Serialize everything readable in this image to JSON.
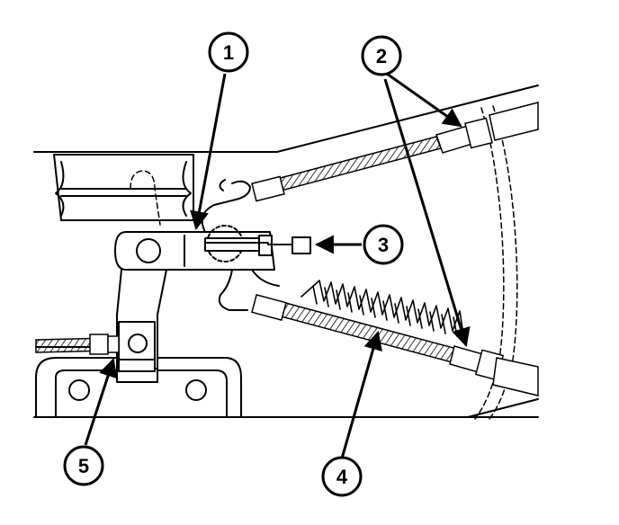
{
  "callouts": [
    {
      "id": "1",
      "label": "1"
    },
    {
      "id": "2",
      "label": "2"
    },
    {
      "id": "3",
      "label": "3"
    },
    {
      "id": "4",
      "label": "4"
    },
    {
      "id": "5",
      "label": "5"
    }
  ],
  "colors": {
    "ink": "#000000",
    "paper": "#ffffff"
  },
  "icons": {
    "arrow": "arrowhead-icon"
  }
}
